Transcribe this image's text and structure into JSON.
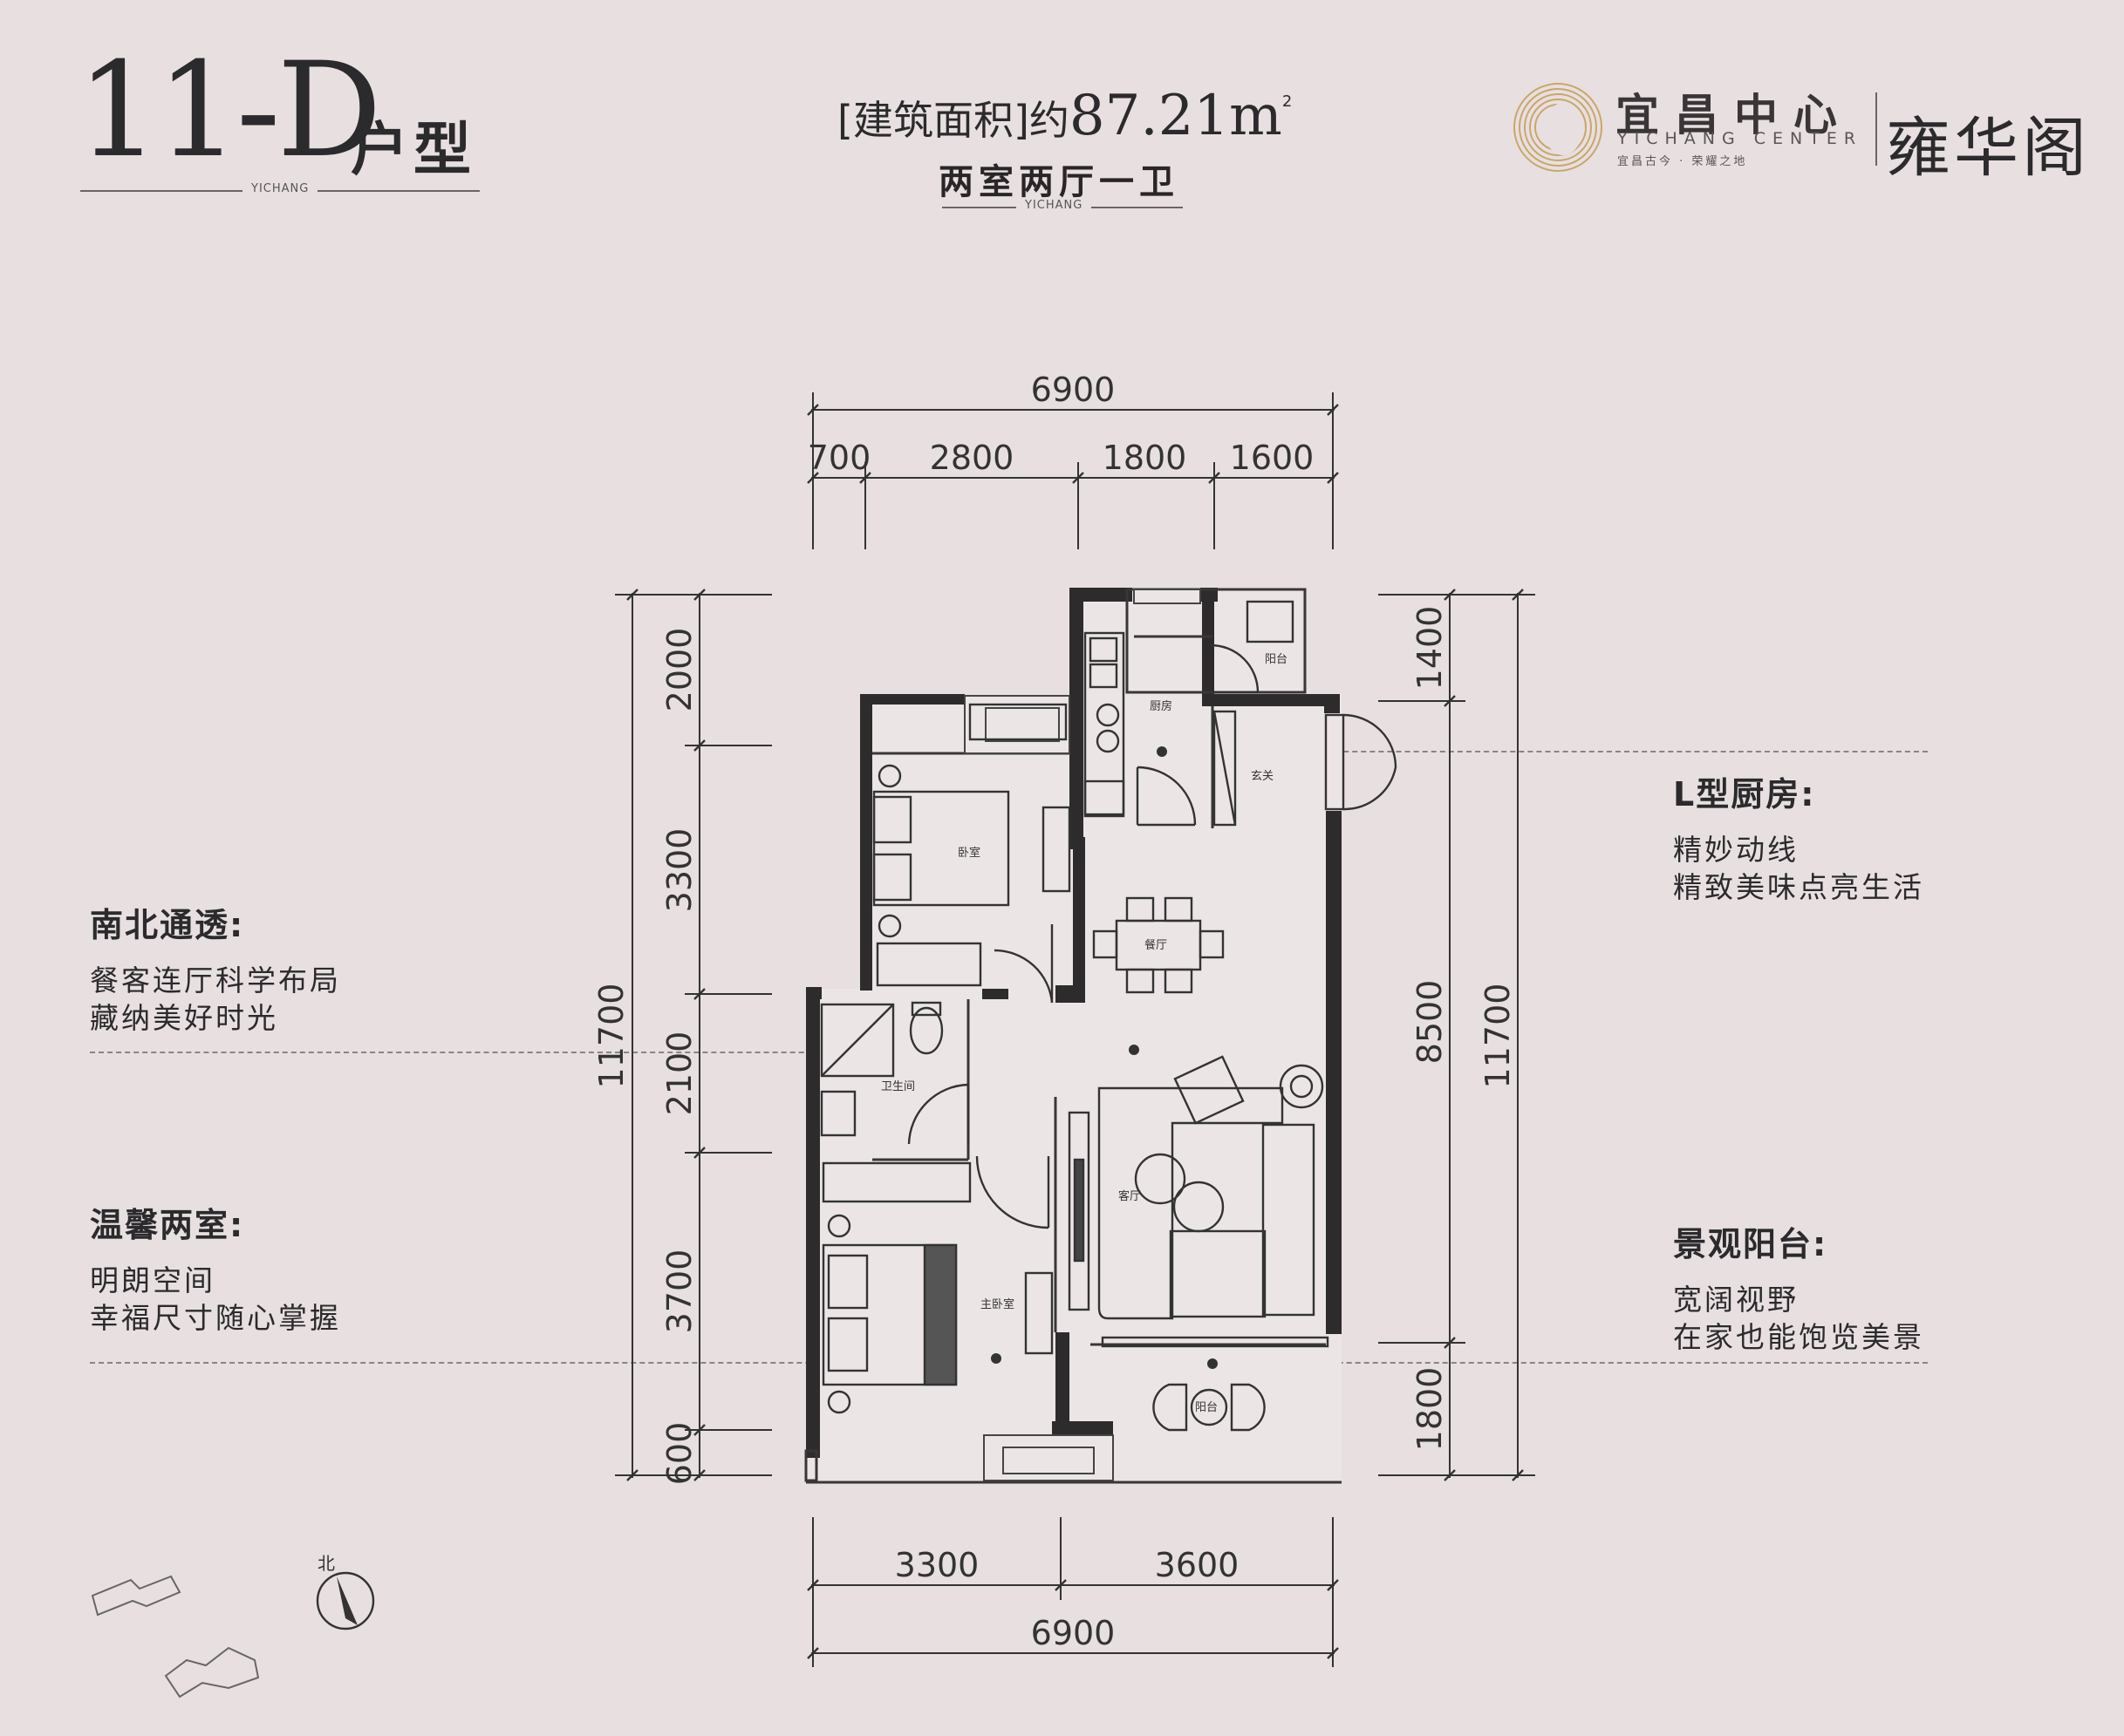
{
  "header": {
    "unit_code": "11-D",
    "unit_suffix": "户型",
    "left_rule_tag": "YICHANG",
    "area_prefix": "[建筑面积]约",
    "area_value": "87.21m",
    "area_power": "2",
    "layout": "两室两厅一卫",
    "center_rule_tag": "YICHANG"
  },
  "brand": {
    "name_cn": "宜昌中心",
    "name_en": "YICHANG CENTER",
    "slogan": "宜昌古今 · 荣耀之地",
    "project": "雍华阁",
    "logo_gold": "#c9a76a"
  },
  "features": {
    "left": [
      {
        "title": "南北通透:",
        "lines": [
          "餐客连厅科学布局",
          "藏纳美好时光"
        ]
      },
      {
        "title": "温馨两室:",
        "lines": [
          "明朗空间",
          "幸福尺寸随心掌握"
        ]
      }
    ],
    "right": [
      {
        "title": "L型厨房:",
        "lines": [
          "精妙动线",
          "精致美味点亮生活"
        ]
      },
      {
        "title": "景观阳台:",
        "lines": [
          "宽阔视野",
          "在家也能饱览美景"
        ]
      }
    ]
  },
  "dimensions": {
    "top_total": "6900",
    "top_segments": [
      "700",
      "2800",
      "1800",
      "1600"
    ],
    "bottom_total": "6900",
    "bottom_segments": [
      "3300",
      "3600"
    ],
    "left_total": "11700",
    "left_segments": [
      "2000",
      "3300",
      "2100",
      "3700",
      "600"
    ],
    "right_total": "11700",
    "right_segments": [
      "1400",
      "8500",
      "1800"
    ]
  },
  "rooms": {
    "kitchen": "厨房",
    "balcony_small": "阳台",
    "entrance": "玄关",
    "bedroom": "卧室",
    "dining": "餐厅",
    "bathroom": "卫生间",
    "living": "客厅",
    "master_bedroom": "主卧室",
    "balcony": "阳台"
  },
  "compass": {
    "label": "北"
  },
  "wall_color": "#2e2b2d"
}
